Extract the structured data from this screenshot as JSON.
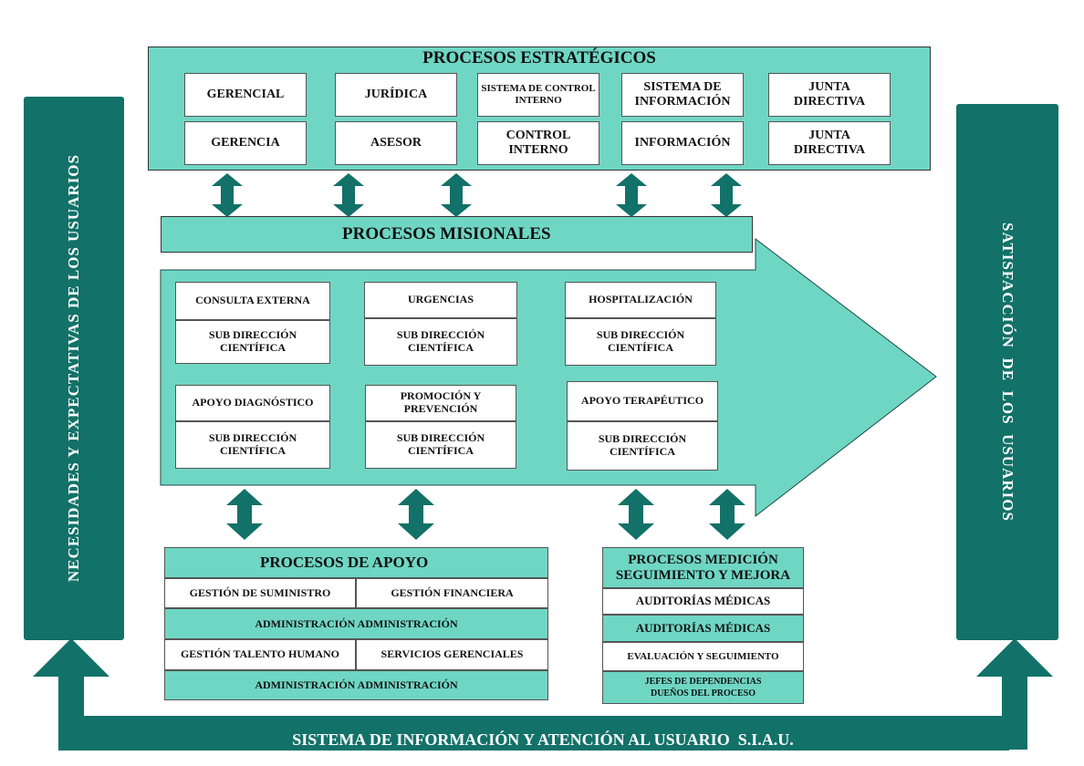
{
  "left_panel": {
    "label": "NECESIDADES Y EXPECTATIVAS DE LOS USUARIOS"
  },
  "right_panel": {
    "label": "SATISFACCIÓN  DE  LOS  USUARIOS"
  },
  "bottom_bar": {
    "label": "SISTEMA DE INFORMACIÓN Y ATENCIÓN AL USUARIO  S.I.A.U."
  },
  "strategic": {
    "title": "PROCESOS ESTRATÉGICOS",
    "items": [
      {
        "top": "GERENCIAL",
        "bottom": "GERENCIA"
      },
      {
        "top": "JURÍDICA",
        "bottom": "ASESOR"
      },
      {
        "top": "SISTEMA DE CONTROL INTERNO",
        "bottom": "CONTROL INTERNO"
      },
      {
        "top": "SISTEMA DE INFORMACIÓN",
        "bottom": "INFORMACIÓN"
      },
      {
        "top": "JUNTA DIRECTIVA",
        "bottom": "JUNTA DIRECTIVA"
      }
    ]
  },
  "missional": {
    "title": "PROCESOS MISIONALES",
    "items": [
      {
        "top": "CONSULTA EXTERNA",
        "bottom": "SUB DIRECCIÓN CIENTÍFICA"
      },
      {
        "top": "URGENCIAS",
        "bottom": "SUB DIRECCIÓN CIENTÍFICA"
      },
      {
        "top": "HOSPITALIZACIÓN",
        "bottom": "SUB DIRECCIÓN CIENTÍFICA"
      },
      {
        "top": "APOYO DIAGNÓSTICO",
        "bottom": "SUB DIRECCIÓN CIENTÍFICA"
      },
      {
        "top": "PROMOCIÓN Y PREVENCIÓN",
        "bottom": "SUB DIRECCIÓN CIENTÍFICA"
      },
      {
        "top": "APOYO TERAPÉUTICO",
        "bottom": "SUB DIRECCIÓN CIENTÍFICA"
      }
    ]
  },
  "support": {
    "title": "PROCESOS DE APOYO",
    "row1": [
      "GESTIÓN DE SUMINISTRO",
      "GESTIÓN FINANCIERA"
    ],
    "admin1": "ADMINISTRACIÓN ADMINISTRACIÓN",
    "row2": [
      "GESTIÓN TALENTO HUMANO",
      "SERVICIOS GERENCIALES"
    ],
    "admin2": "ADMINISTRACIÓN ADMINISTRACIÓN"
  },
  "measurement": {
    "title": "PROCESOS MEDICIÓN SEGUIMIENTO Y MEJORA",
    "rows": [
      "AUDITORÍAS MÉDICAS",
      "AUDITORÍAS MÉDICAS",
      "EVALUACIÓN Y SEGUIMIENTO",
      "JEFES DE DEPENDENCIAS DUEÑOS DEL PROCESO"
    ]
  },
  "colors": {
    "dark_teal": "#127168",
    "light_teal": "#6fd6c4",
    "white": "#ffffff"
  }
}
